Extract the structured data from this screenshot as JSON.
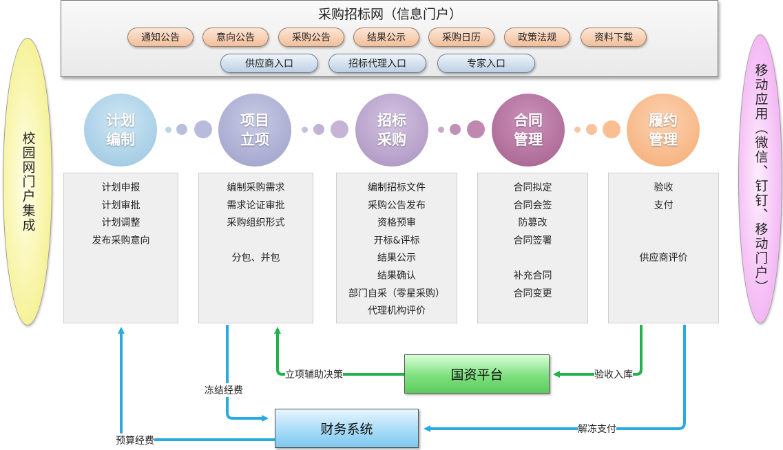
{
  "portal": {
    "title": "采购招标网（信息门户）",
    "top_links": [
      "通知公告",
      "意向公告",
      "采购公告",
      "结果公示",
      "采购日历",
      "政策法规",
      "资料下载"
    ],
    "entry_links": [
      "供应商入口",
      "招标代理入口",
      "专家入口"
    ]
  },
  "left_side": "校园网门户集成",
  "right_side": "移动应用（微信、钉钉、移动门户）",
  "phases": [
    {
      "title": "计划\n编制",
      "color": "#a8cfe6",
      "items": [
        "计划申报",
        "计划审批",
        "计划调整",
        "发布采购意向"
      ]
    },
    {
      "title": "项目\n立项",
      "color": "#a9acd1",
      "items": [
        "编制采购需求",
        "需求论证审批",
        "采购组织形式",
        "",
        "分包、并包"
      ]
    },
    {
      "title": "招标\n采购",
      "color": "#b6a0c9",
      "items": [
        "编制招标文件",
        "采购公告发布",
        "资格预审",
        "开标&评标",
        "结果公示",
        "结果确认",
        "部门自采（零星采购）",
        "代理机构评价"
      ]
    },
    {
      "title": "合同\n管理",
      "color": "#b06e9b",
      "items": [
        "合同拟定",
        "合同会签",
        "防篡改",
        "合同签署",
        "",
        "补充合同",
        "合同变更"
      ]
    },
    {
      "title": "履约\n管理",
      "color": "#f7b786",
      "items": [
        "验收",
        "支付",
        "",
        "",
        "供应商评价"
      ]
    }
  ],
  "systems": {
    "guozi": "国资平台",
    "caiwu": "财务系统"
  },
  "flow_labels": {
    "lixiang_fuzhu": "立项辅助决策",
    "yanshou_ruku": "验收入库",
    "dongjie": "冻结经费",
    "yusuan": "预算经费",
    "jiedong": "解冻支付"
  },
  "colors": {
    "arrow_blue": "#29abe2",
    "arrow_green": "#22b24c"
  }
}
